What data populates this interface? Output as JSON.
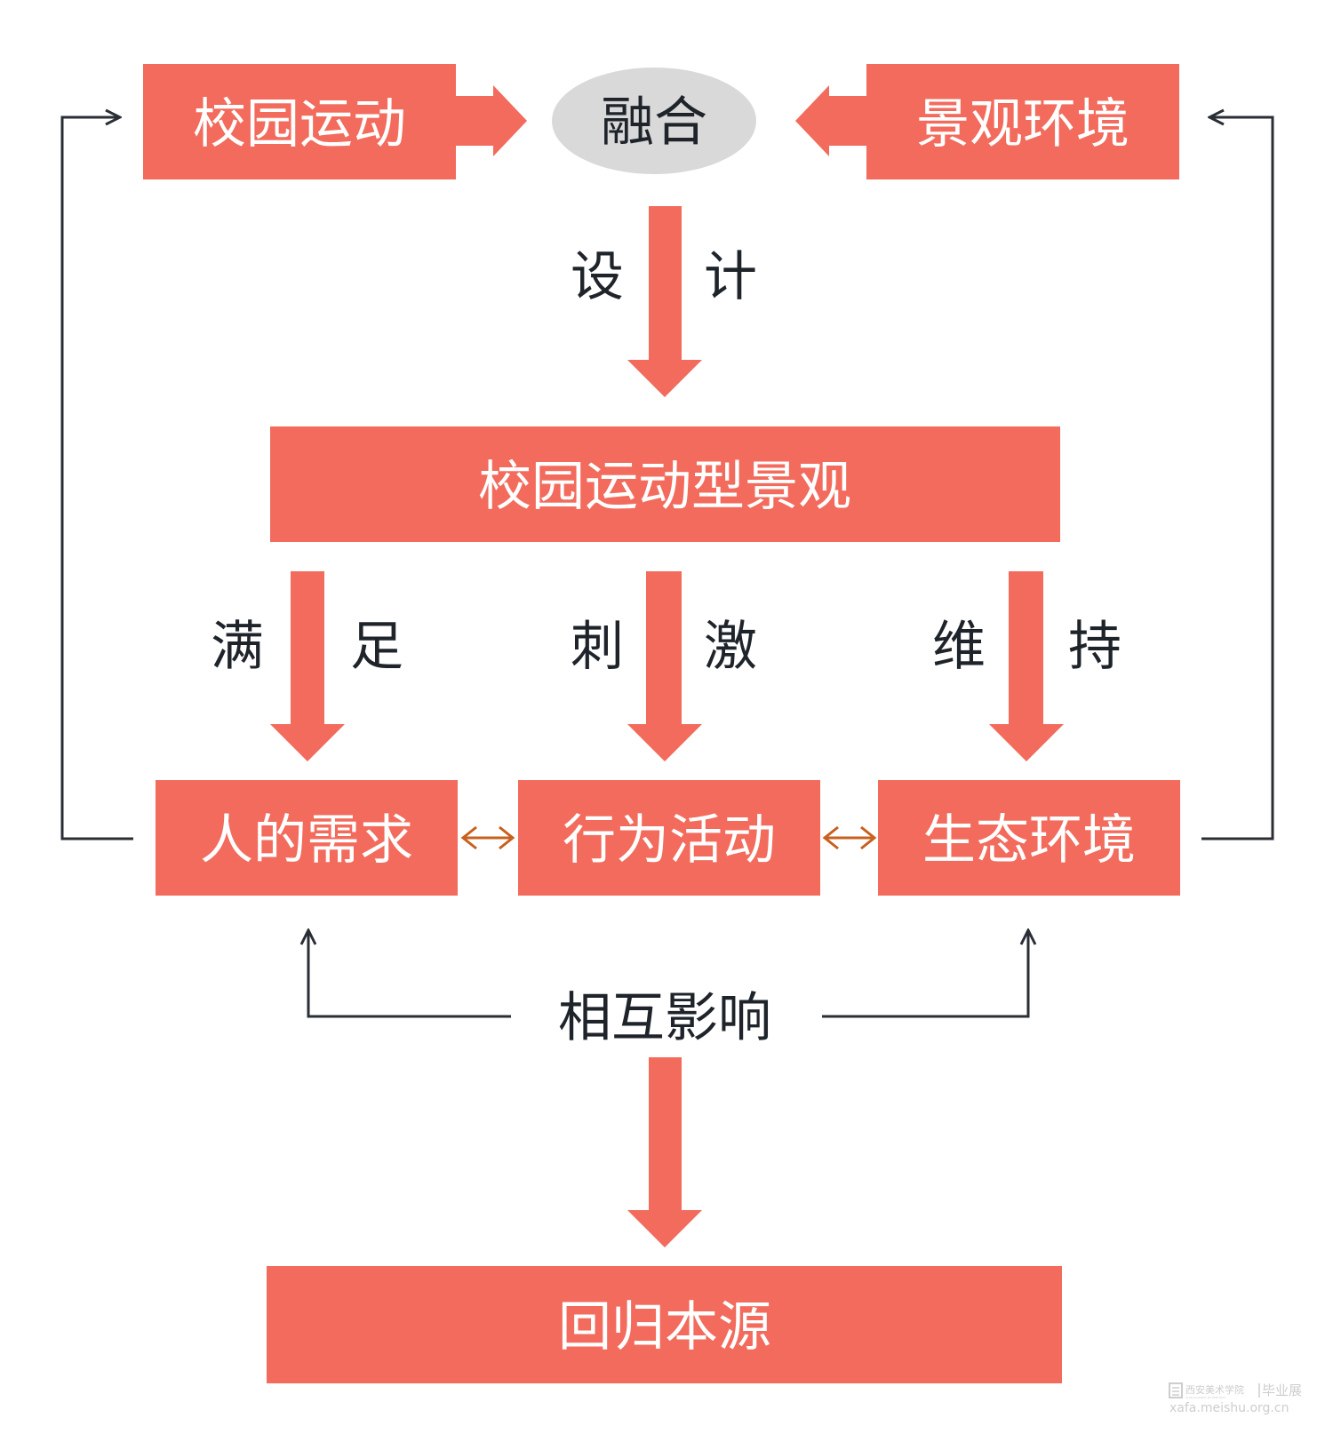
{
  "colors": {
    "box_fill": "#f26b5c",
    "ellipse_fill": "#d9d9d9",
    "line_dark": "#2a2f36",
    "double_arrow": "#c8601e",
    "box_text": "#ffffff",
    "label_text": "#1f242b"
  },
  "top_row": {
    "left_box": "校园运动",
    "center_ellipse": "融合",
    "right_box": "景观环境"
  },
  "design_arrow_label": [
    "设",
    "计"
  ],
  "main_box": "校园运动型景观",
  "branch_labels": {
    "left": [
      "满",
      "足"
    ],
    "middle": [
      "刺",
      "激"
    ],
    "right": [
      "维",
      "持"
    ]
  },
  "middle_row": {
    "left_box": "人的需求",
    "center_box": "行为活动",
    "right_box": "生态环境"
  },
  "mutual_label": "相互影响",
  "bottom_box": "回归本源",
  "watermark": {
    "logo_icon": "school-seal-icon",
    "school_name": "西安美术学院",
    "subtitle": "XI'AN ACADEMY OF FINE ARTS",
    "exhibit": "毕业展",
    "url": "xafa.meishu.org.cn"
  }
}
